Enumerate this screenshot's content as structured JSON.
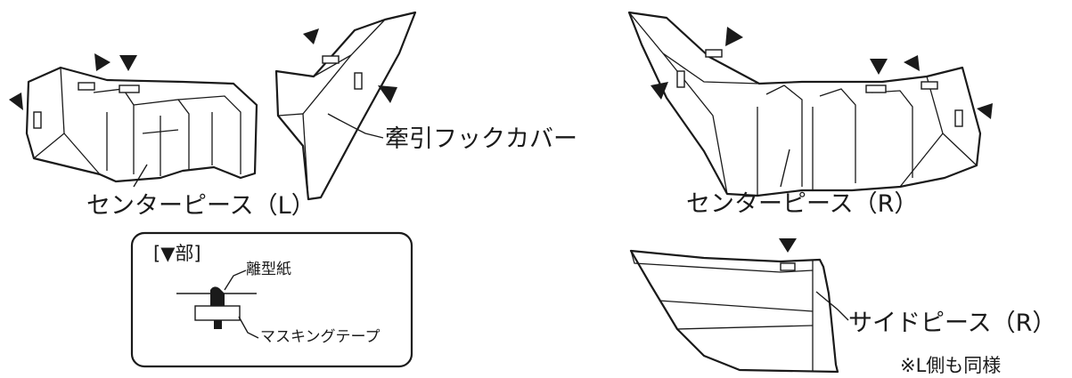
{
  "labels": {
    "center_piece_left": "センターピース（L）",
    "tow_hook_cover": "牽引フックカバー",
    "center_piece_right": "センターピース（R）",
    "side_piece_right": "サイドピース（R）",
    "left_same_note": "※L側も同様"
  },
  "detail_box": {
    "title": "[▼部]",
    "release_paper": "離型紙",
    "masking_tape": "マスキングテープ"
  }
}
